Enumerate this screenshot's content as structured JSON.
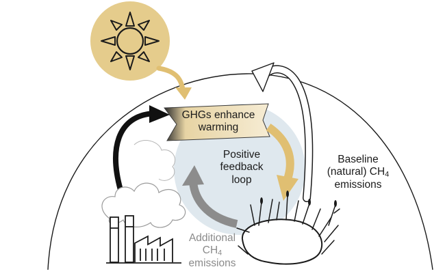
{
  "labels": {
    "ghg_line1": "GHGs enhance",
    "ghg_line2": "warming",
    "loop_line1": "Positive",
    "loop_line2": "feedback",
    "loop_line3": "loop",
    "baseline_line1": "Baseline",
    "baseline_line2_a": "(natural) CH",
    "baseline_line2_sub": "4",
    "baseline_line3": "emissions",
    "additional_line1": "Additional",
    "additional_line2_a": "CH",
    "additional_line2_sub": "4",
    "additional_line3": "emissions"
  },
  "colors": {
    "sun": "#e5cc8c",
    "gold_arrow": "#e0bf72",
    "loop_circle": "#dfe8ee",
    "gray_arrow": "#8c8c8c",
    "black_arrow": "#111111",
    "banner": "#f3e6c6",
    "outline": "#1a1a1a"
  }
}
